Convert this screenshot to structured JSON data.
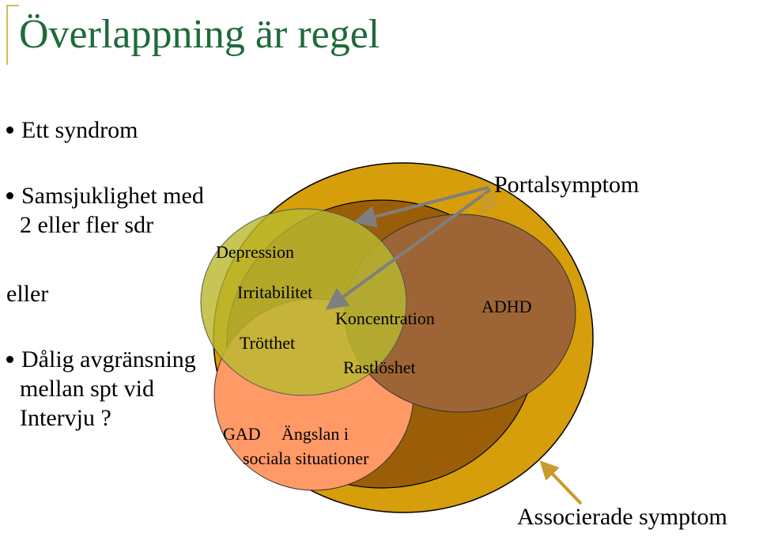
{
  "slide": {
    "title": "Överlappning är regel",
    "bullets": [
      {
        "lines": [
          "Ett syndrom"
        ]
      },
      {
        "lines": [
          "Samsjuklighet med",
          "2 eller fler sdr"
        ]
      },
      {
        "lines": [
          "Dålig avgränsning",
          "mellan spt vid",
          "Intervju ?"
        ]
      }
    ],
    "connector": "eller"
  },
  "diagram": {
    "labels": {
      "depression": "Depression",
      "irritabilitet": "Irritabilitet",
      "trotthet": "Trötthet",
      "koncentration": "Koncentration",
      "rastloshet": "Rastlöshet",
      "adhd": "ADHD",
      "gad": "GAD",
      "angslan_1": "Ängslan i",
      "angslan_2": "sociala situationer",
      "portalsymptom": "Portalsymptom",
      "associerade": "Associerade symptom"
    },
    "colors": {
      "outer": "#d69e0a",
      "inner_dark": "#9a5e08",
      "gad": "#ff9966",
      "depression": "#b9b830",
      "adhd": "#9d6535",
      "arrow_gray": "#7f7f7f",
      "arrow_gold": "#c99a2c",
      "title": "#1e6b3a"
    }
  }
}
